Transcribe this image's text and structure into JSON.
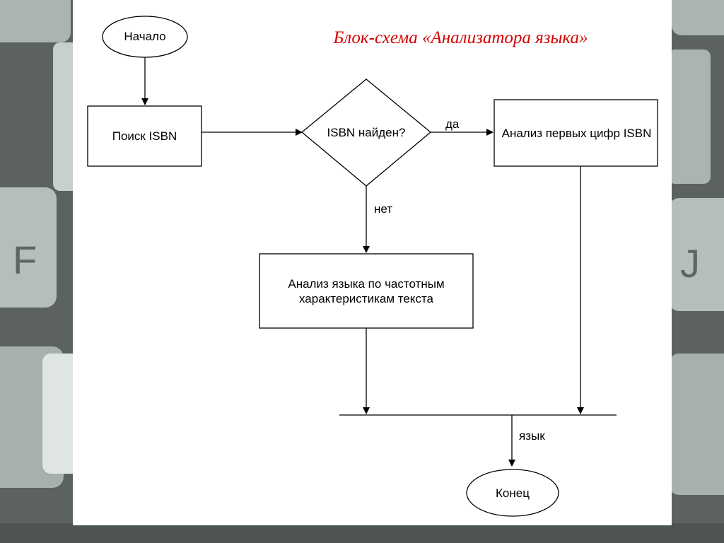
{
  "title": "Блок-схема «Анализатора языка»",
  "nodes": {
    "start": "Начало",
    "isbn_search": "Поиск ISBN",
    "decision": "ISBN найден?",
    "analyze_digits": "Анализ первых цифр ISBN",
    "analyze_freq": "Анализ языка по частотным характеристикам текста",
    "end": "Конец"
  },
  "edge_labels": {
    "yes": "да",
    "no": "нет",
    "language": "язык"
  },
  "background_keys": [
    "F",
    "J"
  ],
  "colors": {
    "title": "#d40000",
    "stroke": "#000000",
    "slide": "#ffffff"
  }
}
